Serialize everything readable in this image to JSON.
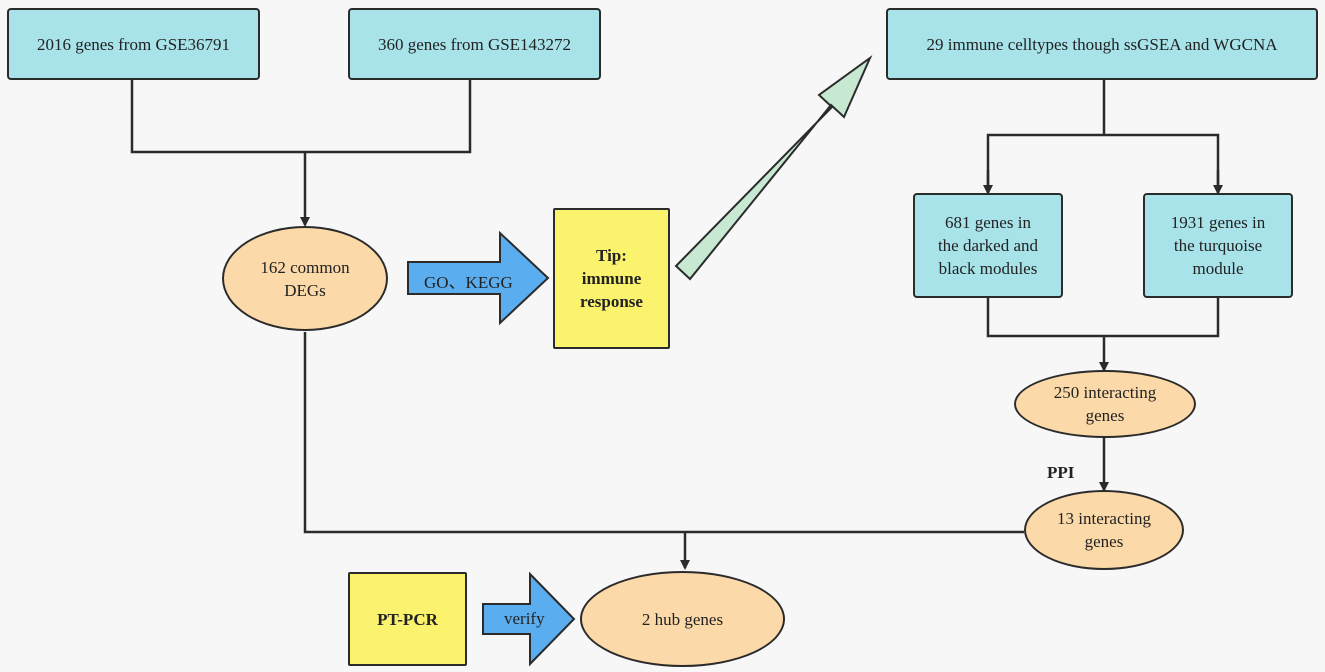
{
  "nodes": {
    "gse36791": "2016 genes from GSE36791",
    "gse143272": "360 genes from GSE143272",
    "immune_celltypes": "29 immune celltypes though ssGSEA and WGCNA",
    "common_degs": "162 common\nDEGs",
    "tip": "Tip:\nimmune\nresponse",
    "darked_black": "681 genes in\nthe darked and\nblack modules",
    "turquoise": "1931 genes in\nthe turquoise\nmodule",
    "interacting_250": "250 interacting\ngenes",
    "interacting_13": "13 interacting\ngenes",
    "hub_genes": "2 hub genes",
    "pt_pcr": "PT-PCR"
  },
  "edge_labels": {
    "go_kegg": "GO、KEGG",
    "verify": "verify",
    "ppi": "PPI"
  },
  "colors": {
    "dataset_box": "#a8e3ea",
    "gene_set_ellipse": "#fbd9a8",
    "note_box": "#fbf36e",
    "block_arrow": "#5aaef0",
    "diagonal_arrow": "#c7e9d2",
    "line": "#2b2b2b"
  }
}
